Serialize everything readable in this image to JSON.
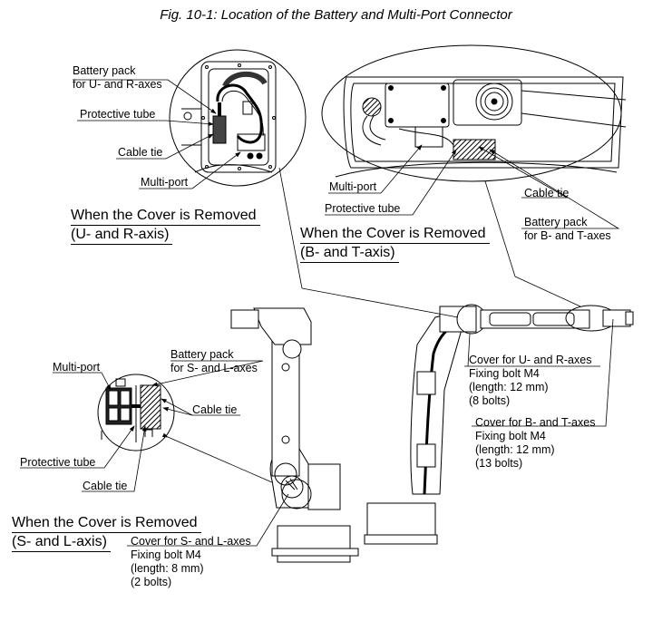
{
  "figure": {
    "title": "Fig. 10-1: Location of the Battery and Multi-Port Connector"
  },
  "ur_detail": {
    "heading_line1": "When the Cover is Removed",
    "heading_line2": "(U- and R-axis)",
    "labels": {
      "battery_line1": "Battery pack",
      "battery_line2": "for U- and R-axes",
      "protective_tube": "Protective tube",
      "cable_tie": "Cable tie",
      "multi_port": "Multi-port"
    }
  },
  "bt_detail": {
    "heading_line1": "When the Cover is Removed",
    "heading_line2": "(B- and T-axis)",
    "labels": {
      "multi_port": "Multi-port",
      "protective_tube": "Protective tube",
      "cable_tie": "Cable tie",
      "battery_line1": "Battery pack",
      "battery_line2": "for B- and T-axes"
    }
  },
  "sl_detail": {
    "heading_line1": "When the Cover is Removed",
    "heading_line2": "(S- and L-axis)",
    "labels": {
      "multi_port": "Multi-port",
      "battery_line1": "Battery pack",
      "battery_line2": "for S- and L-axes",
      "cable_tie_right": "Cable tie",
      "protective_tube": "Protective tube",
      "cable_tie_bottom": "Cable tie"
    }
  },
  "covers": {
    "ur": {
      "title": "Cover for U- and R-axes",
      "bolt": "Fixing bolt M4",
      "length": "(length: 12 mm)",
      "count": "(8 bolts)"
    },
    "bt": {
      "title": "Cover for B- and T-axes",
      "bolt": "Fixing bolt M4",
      "length": "(length: 12 mm)",
      "count": "(13 bolts)"
    },
    "sl": {
      "title": "Cover for S- and L-axes",
      "bolt": "Fixing bolt M4",
      "length": "(length: 8 mm)",
      "count": "(2 bolts)"
    }
  }
}
